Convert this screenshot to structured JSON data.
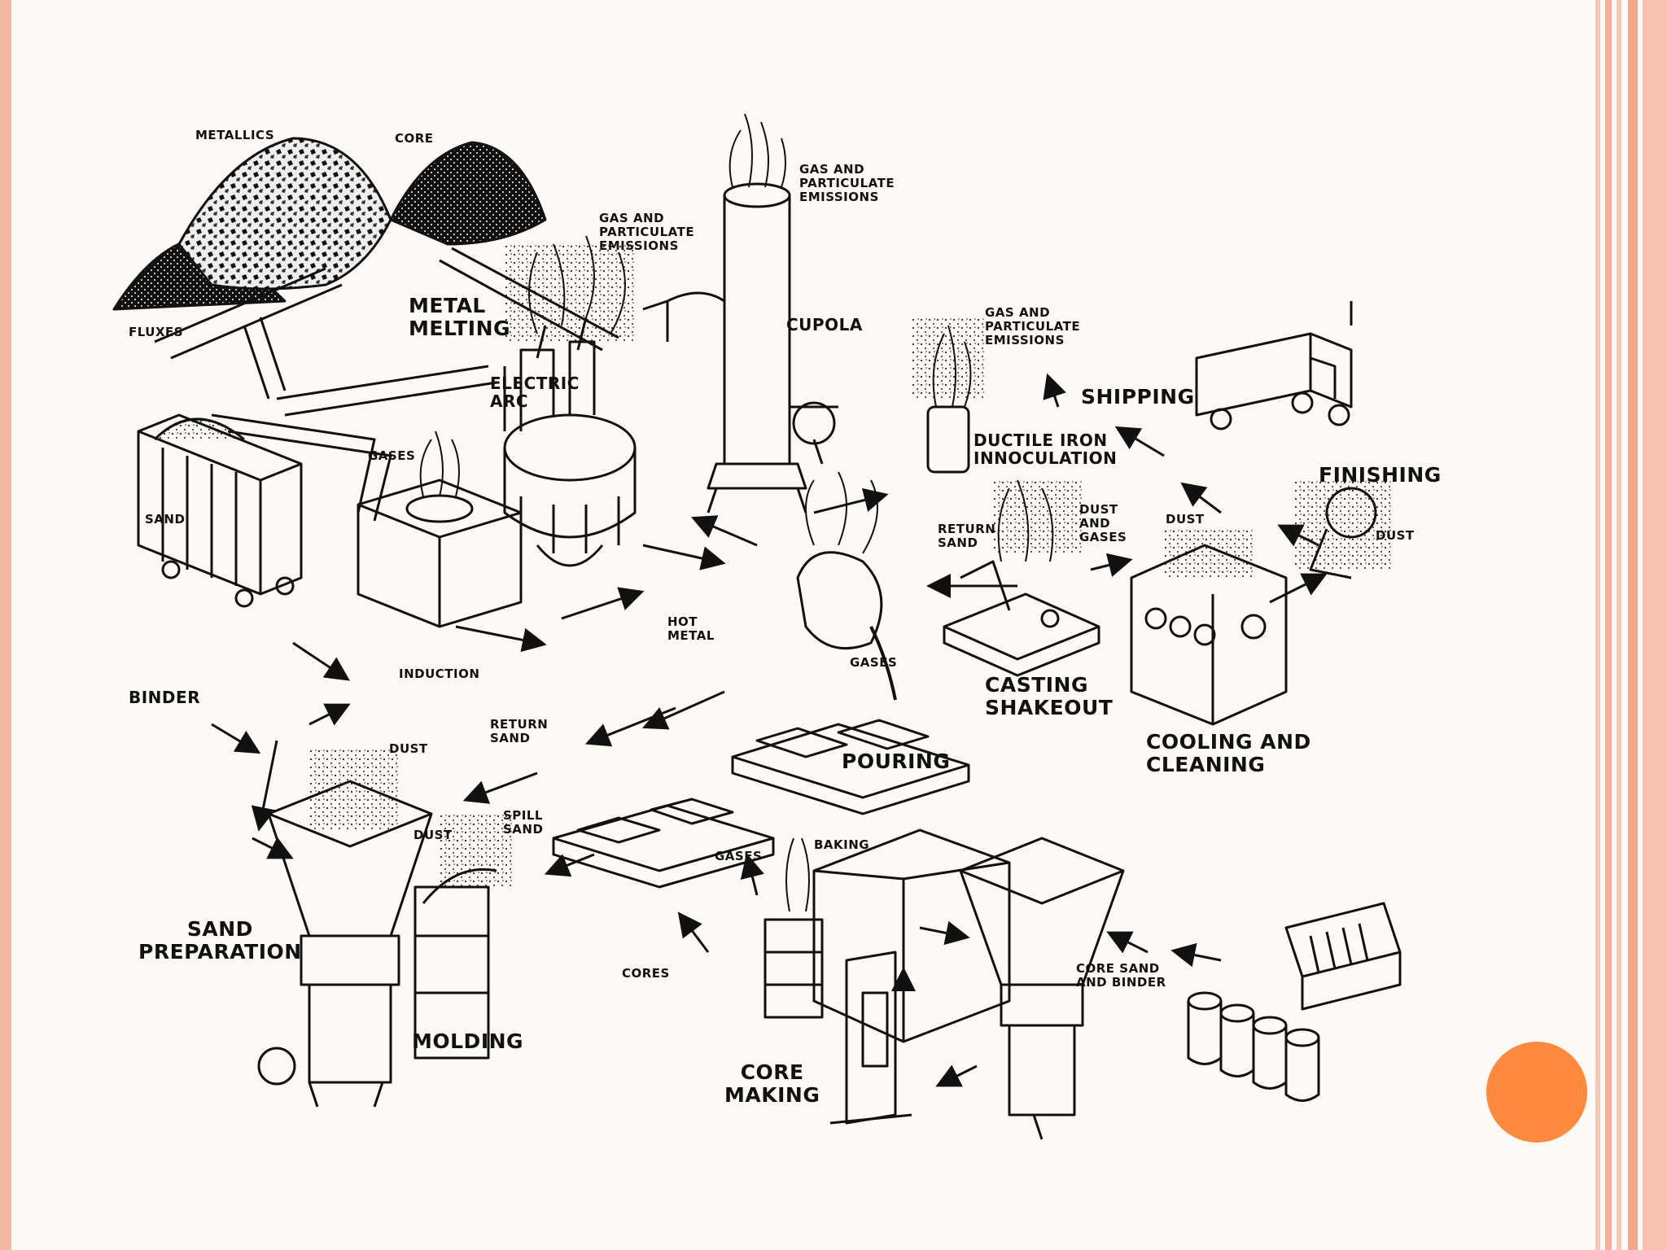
{
  "slide": {
    "accent_color": "#ff8a3d",
    "border_color": "#f2b8a0",
    "background": "#fdfaf6"
  },
  "diagram": {
    "labels": {
      "metallics": "METALLICS",
      "core": "CORE",
      "fluxes": "FLUXES",
      "metal_melting": "METAL\nMELTING",
      "gas_emissions_1": "GAS AND\nPARTICULATE\nEMISSIONS",
      "gas_emissions_2": "GAS AND\nPARTICULATE\nEMISSIONS",
      "gas_emissions_3": "GAS AND\nPARTICULATE\nEMISSIONS",
      "cupola": "CUPOLA",
      "electric_arc": "ELECTRIC\nARC",
      "gases_1": "GASES",
      "sand": "SAND",
      "induction": "INDUCTION",
      "shipping": "SHIPPING",
      "ductile_iron": "DUCTILE IRON\nINNOCULATION",
      "finishing": "FINISHING",
      "return_sand_1": "RETURN\nSAND",
      "dust_and_gases": "DUST\nAND\nGASES",
      "dust_1": "DUST",
      "dust_2": "DUST",
      "hot_metal": "HOT\nMETAL",
      "gases_2": "GASES",
      "casting_shakeout": "CASTING\nSHAKEOUT",
      "cooling_cleaning": "COOLING AND\nCLEANING",
      "binder": "BINDER",
      "dust_3": "DUST",
      "return_sand_2": "RETURN\nSAND",
      "pouring": "POURING",
      "dust_4": "DUST",
      "spill_sand": "SPILL\nSAND",
      "gases_3": "GASES",
      "baking": "BAKING",
      "sand_preparation": "SAND\nPREPARATION",
      "cores": "CORES",
      "core_sand_binder": "CORE SAND\nAND BINDER",
      "molding": "MOLDING",
      "core_making": "CORE\nMAKING"
    }
  }
}
